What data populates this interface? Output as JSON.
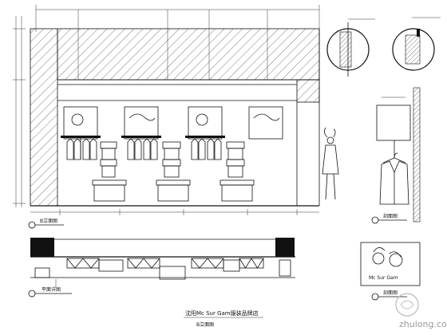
{
  "drawing": {
    "title": "沈阳Mc Sur Gam服装品牌店",
    "subtitle": "B立面图",
    "plan_brand_label": "Mc Sur Gam",
    "view_label_1": "B立面图",
    "view_label_2": "剖面图",
    "view_label_3": "平面详图",
    "view_label_4": "剖面图",
    "watermark": "zhulong.com"
  }
}
